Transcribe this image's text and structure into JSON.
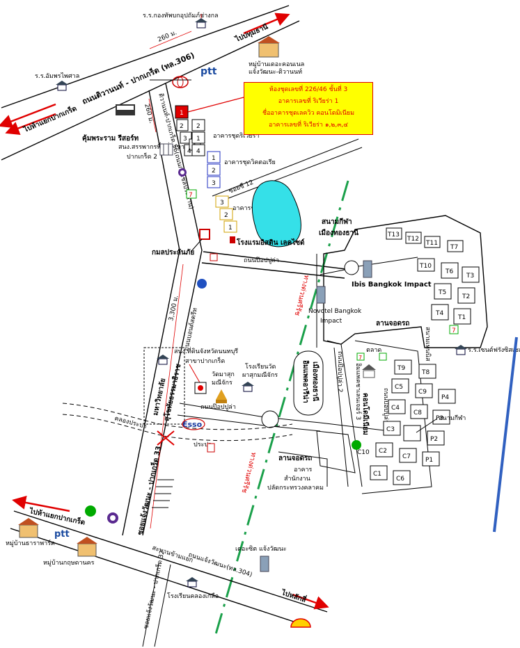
{
  "labels": {
    "rr_kongthap": "ร.ร.กองทัพบกอุปถัมภ์ช่างกล",
    "dist_260_top": "260 ม.",
    "to_pathum": "ไปปทุมธานี",
    "village_cornell": "หมู่บ้านเดอะคอนเนล",
    "village_cornell2": "แจ้งวัฒนะ-ติวานนท์",
    "rr_amphon": "ร.ร.อัมพรไพศาล",
    "road_tiwanon": "ถนนติวานนท์ - ปากเกร็ด (ทล.306)",
    "ptt": "ptt",
    "to_pakkret_top": "ไปห้าแยกปากเกร็ด",
    "khum_phraram": "คุ้มพระราม รีสอร์ท",
    "road_tiwanon_vert": "ติวานนท์-ปากเกร็ด 56(ถนนกรมชลประทาน)",
    "dist_260_left": "260 ม.",
    "office_sanphakon": "สนง.สรรพากรพื้นที่สาขา",
    "office_sanphakon2": "ปากเกร็ด 2",
    "riviera_condo": "อาคารชุดริเวียร่า",
    "victoria_condo": "อาคารชุดวิคตอเรีย",
    "soi12": "ซอยซี 12",
    "janita_condo": "อาคารชุดเจนนิวา",
    "sport_hall": "สนามกีฬา",
    "sport_hall2": "เมืองทองธานี",
    "hotel_lake": "โรงแรมอิสติน เลคไซด์",
    "krom_prakan": "กมลประกันภัย",
    "road_popular": "ถนนป๊อปปูล่า",
    "ibis": "Ibis Bangkok Impact",
    "novotel": "Novotel Bangkok",
    "novotel2": "Impact",
    "parking_top": "ลานจอดรถ",
    "stadium_label": "สนามเทนนิส",
    "rr_chansri": "ร.ร.เซนต์ฟรังซิสเซเวียร์",
    "dist_3300": "3,300 ม.",
    "road_bondstreet": "ถนนบอนด์สตรีท",
    "office_land": "สนง.ที่ดินจังหวัดนนทบุรี",
    "office_land2": "สาขาปากเกร็ด",
    "wat_saeng": "วัดมาสุก",
    "wat_saeng2": "มณีจักร",
    "school_wat": "โรงเรียนวัด",
    "school_wat2": "ผาสุกมณีจักร",
    "impact_arena": "อิมแพคอารีน่า",
    "impact_arena2": "เมืองทองธานี",
    "challenger": "ถนนป๊อปปูล่า 2",
    "impact_hall": "อิมแพคชาเลนเจอร์ 3",
    "impact_hall2": "ถนนป๊อปปูล่า 4",
    "market": "ตลาด",
    "convention": "คอนโดมีเนียม",
    "university": "มหาวิทยาลัย",
    "university2": "สุโขทัยธรรมาธิราช",
    "road_popular2": "ถนนป๊อปปูล่า",
    "esso": "Esso",
    "soi_33": "ซอยแจ้งวัฒนะ - ปากเกร็ด 33",
    "khlong": "คลองประปา",
    "khlong2": "ประปา",
    "parking_bottom": "ลานจอดรถ",
    "building_office": "อาคาร",
    "building_office2": "สำนักงาน",
    "building_office3": "ปลัดกระทรวงคลาคม",
    "sport_label": "สนามกีฬา",
    "to_pakkret_bottom": "ไปห้าแยกปากเกร็ด",
    "village_thara": "หมู่บ้านธาราพาร์ค",
    "ptt2": "ptt",
    "village_krisda": "หมู่บ้านกฤษดานคร",
    "the_sit": "เดอะซิต แจ้งวัฒนะ",
    "bridge_label": "สะพานข้ามแยก",
    "road_chaeng": "ถนนแจ้งวัฒนะ(ทล.304)",
    "soi_32": "ซอยแจ้งวัฒนะ - ปากเกร็ด 32",
    "school_khlong": "โรงเรียนคลองเกลือ",
    "to_laksi": "ไปหลักสี่",
    "train_text": "ทางด่วนศรีรัช",
    "train_text2": "ทางด่วนศรีรัช"
  },
  "info_box": {
    "line1": "ห้องชุดเลขที่ 226/46 ชั้นที่ 3",
    "line2": "อาคารเลขที่ ริเวียร่า 1",
    "line3": "ชื่ออาคารชุดเลควิว คอนโดมิเนียม",
    "line4": "อาคารเลขที่ ริเวียร่า ๑,๒,๓,๔"
  },
  "buildings": {
    "riviera": [
      "1",
      "2",
      "3",
      "4"
    ],
    "victoria": [
      "1",
      "2",
      "3"
    ],
    "janita": [
      "3",
      "2",
      "1"
    ],
    "towers_top": [
      "T13",
      "T12",
      "T11",
      "T7",
      "T10",
      "T6",
      "T3",
      "T5",
      "T2",
      "T4",
      "T1"
    ],
    "towers_bottom": [
      "T9",
      "T8",
      "C5",
      "C9",
      "P4",
      "C4",
      "C8",
      "P3",
      "C3",
      "P2",
      "C2",
      "C7",
      "P1",
      "C1",
      "C6"
    ],
    "c10": "C10"
  },
  "colors": {
    "info_bg": "#ffff00",
    "info_text": "#e00000",
    "lake": "#35e0e8",
    "rail": "#1aa04a",
    "river": "#3060c0",
    "arrow": "#e00000"
  }
}
